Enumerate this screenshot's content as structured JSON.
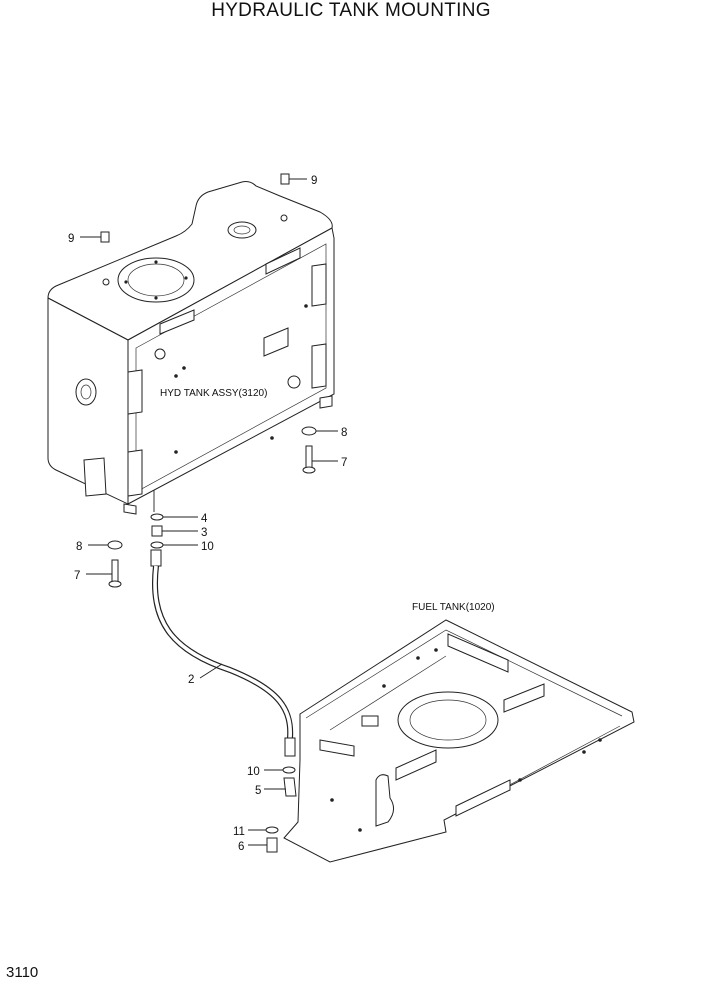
{
  "title": "HYDRAULIC TANK MOUNTING",
  "page_number": "3110",
  "assemblies": {
    "hyd_tank": "HYD TANK ASSY(3120)",
    "fuel_tank": "FUEL TANK(1020)"
  },
  "callouts": {
    "c9a": "9",
    "c9b": "9",
    "c8a": "8",
    "c7a": "7",
    "c4": "4",
    "c3": "3",
    "c10a": "10",
    "c8b": "8",
    "c7b": "7",
    "c2": "2",
    "c10b": "10",
    "c5": "5",
    "c11": "11",
    "c6": "6"
  }
}
